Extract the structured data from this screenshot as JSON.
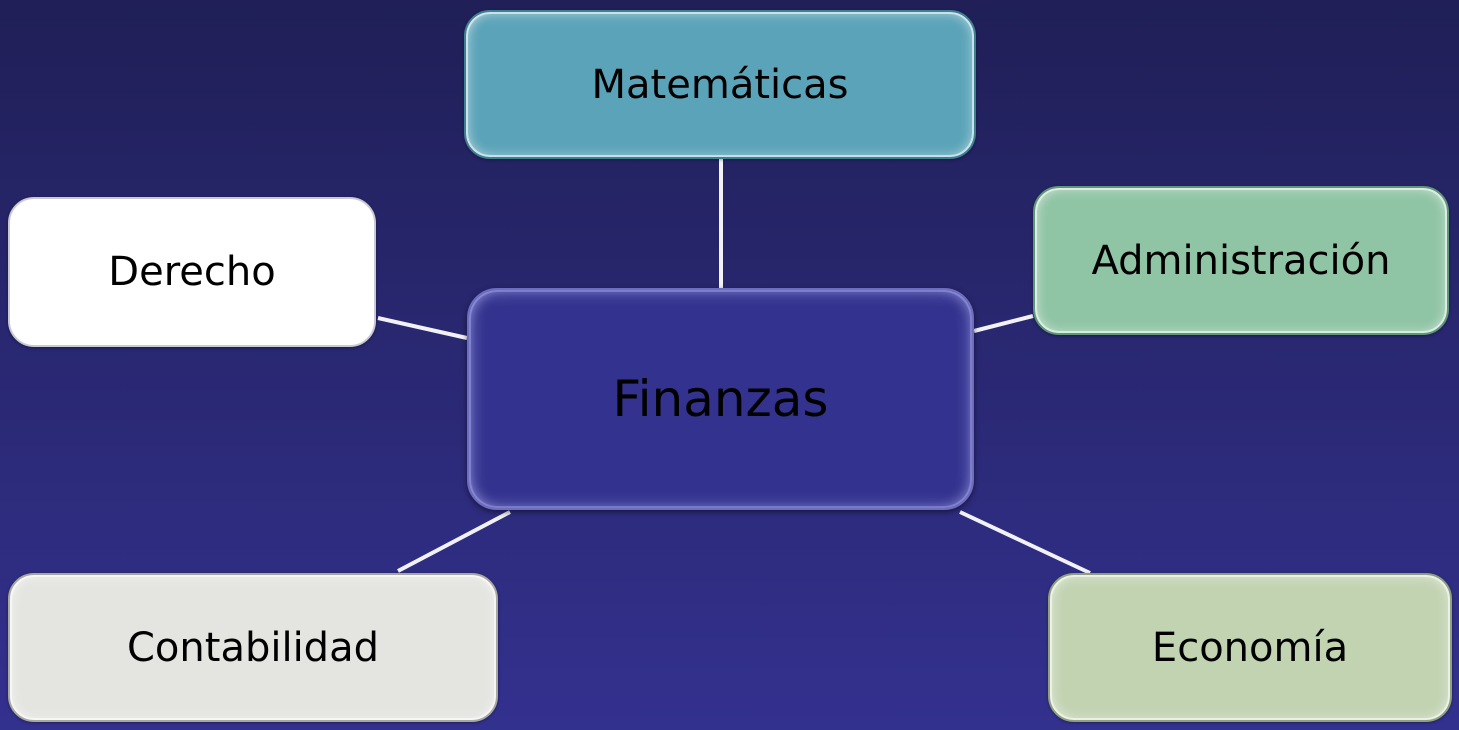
{
  "diagram": {
    "center": {
      "label": "Finanzas",
      "color": "#33338f"
    },
    "nodes": {
      "matematicas": {
        "label": "Matemáticas",
        "color": "#5aa3b8"
      },
      "derecho": {
        "label": "Derecho",
        "color": "#ffffff"
      },
      "administracion": {
        "label": "Administración",
        "color": "#8fc4a4"
      },
      "contabilidad": {
        "label": "Contabilidad",
        "color": "#e4e4e0"
      },
      "economia": {
        "label": "Economía",
        "color": "#c2d3b2"
      }
    },
    "connector_color": "#f2f2f6",
    "background_colors": [
      "#201f57",
      "#33318e"
    ]
  }
}
